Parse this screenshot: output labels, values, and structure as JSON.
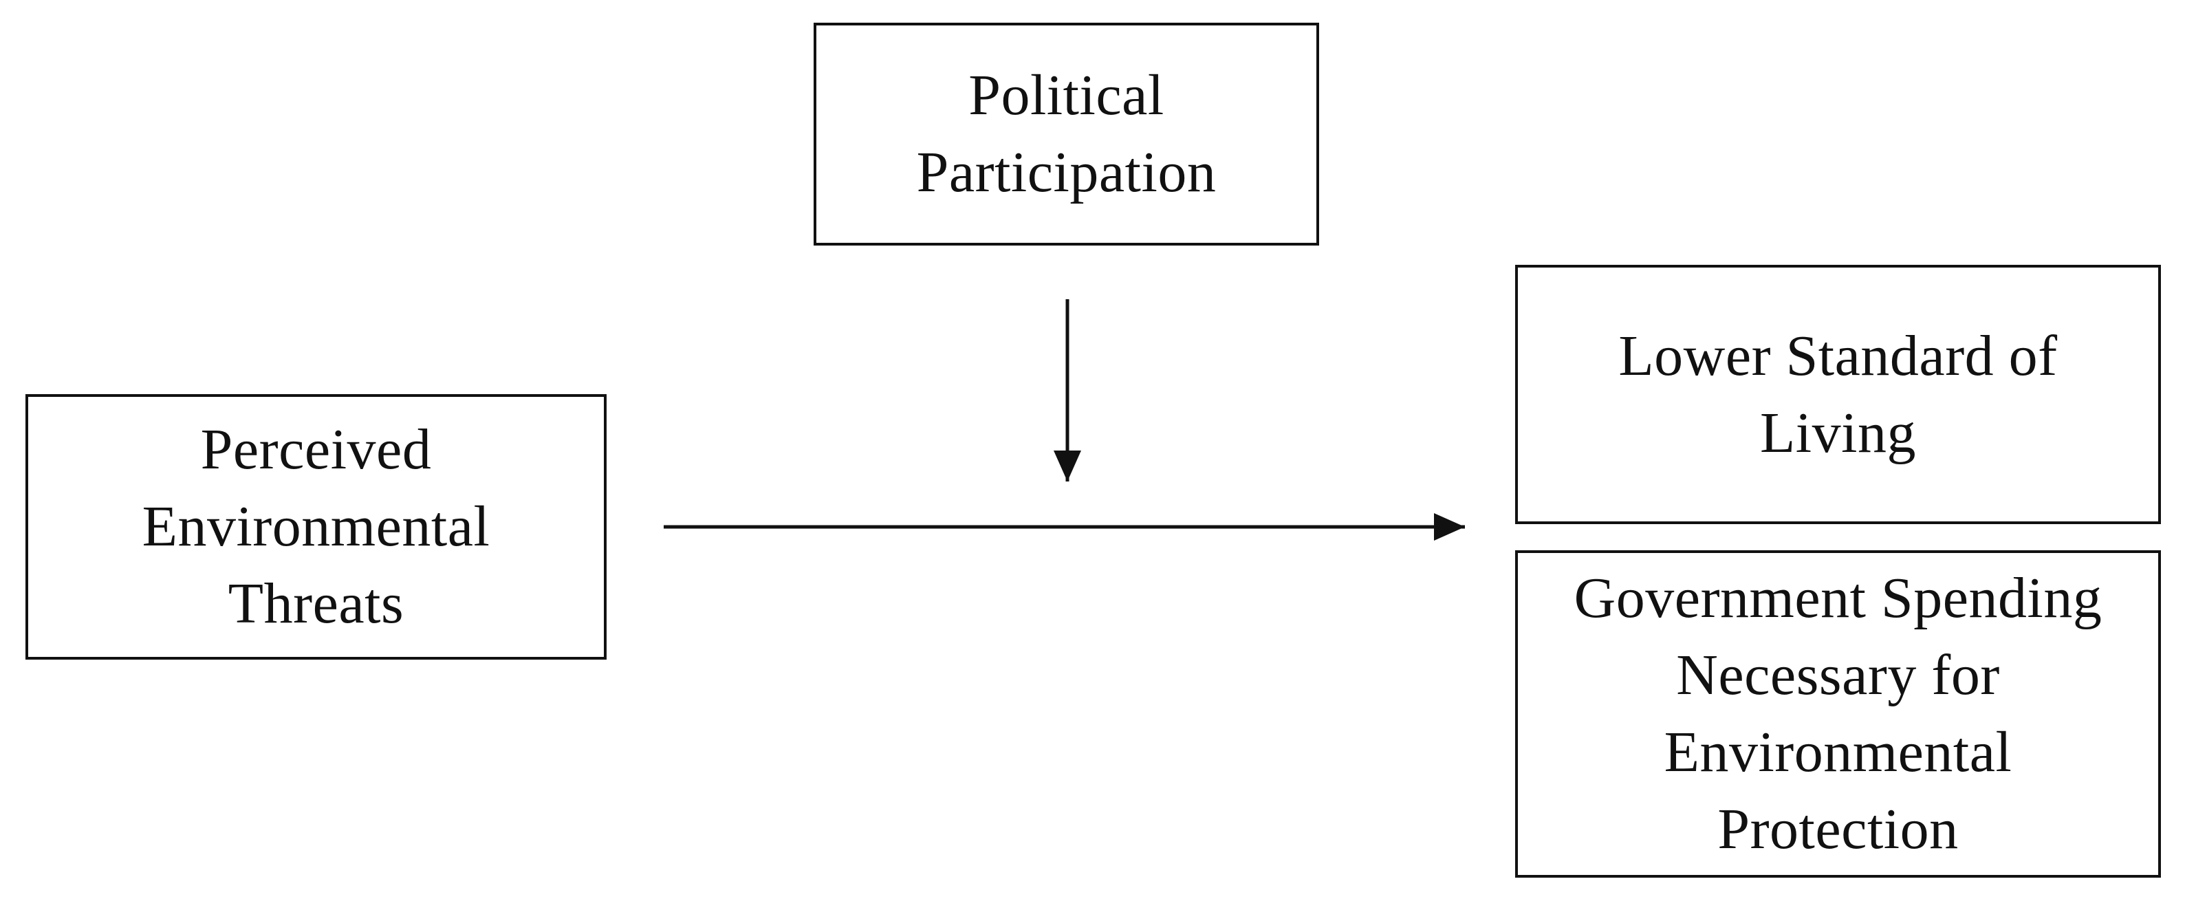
{
  "diagram": {
    "moderator": {
      "label": "Political\nParticipation"
    },
    "predictor": {
      "label": "Perceived\nEnvironmental\nThreats"
    },
    "outcomes": [
      {
        "label": "Lower Standard of\nLiving"
      },
      {
        "label": "Government Spending\nNecessary for\nEnvironmental\nProtection"
      }
    ],
    "edges": [
      {
        "from": "predictor",
        "to": "outcomes",
        "type": "direct-effect"
      },
      {
        "from": "moderator",
        "to": "predictor-outcomes-path",
        "type": "moderation"
      }
    ]
  }
}
